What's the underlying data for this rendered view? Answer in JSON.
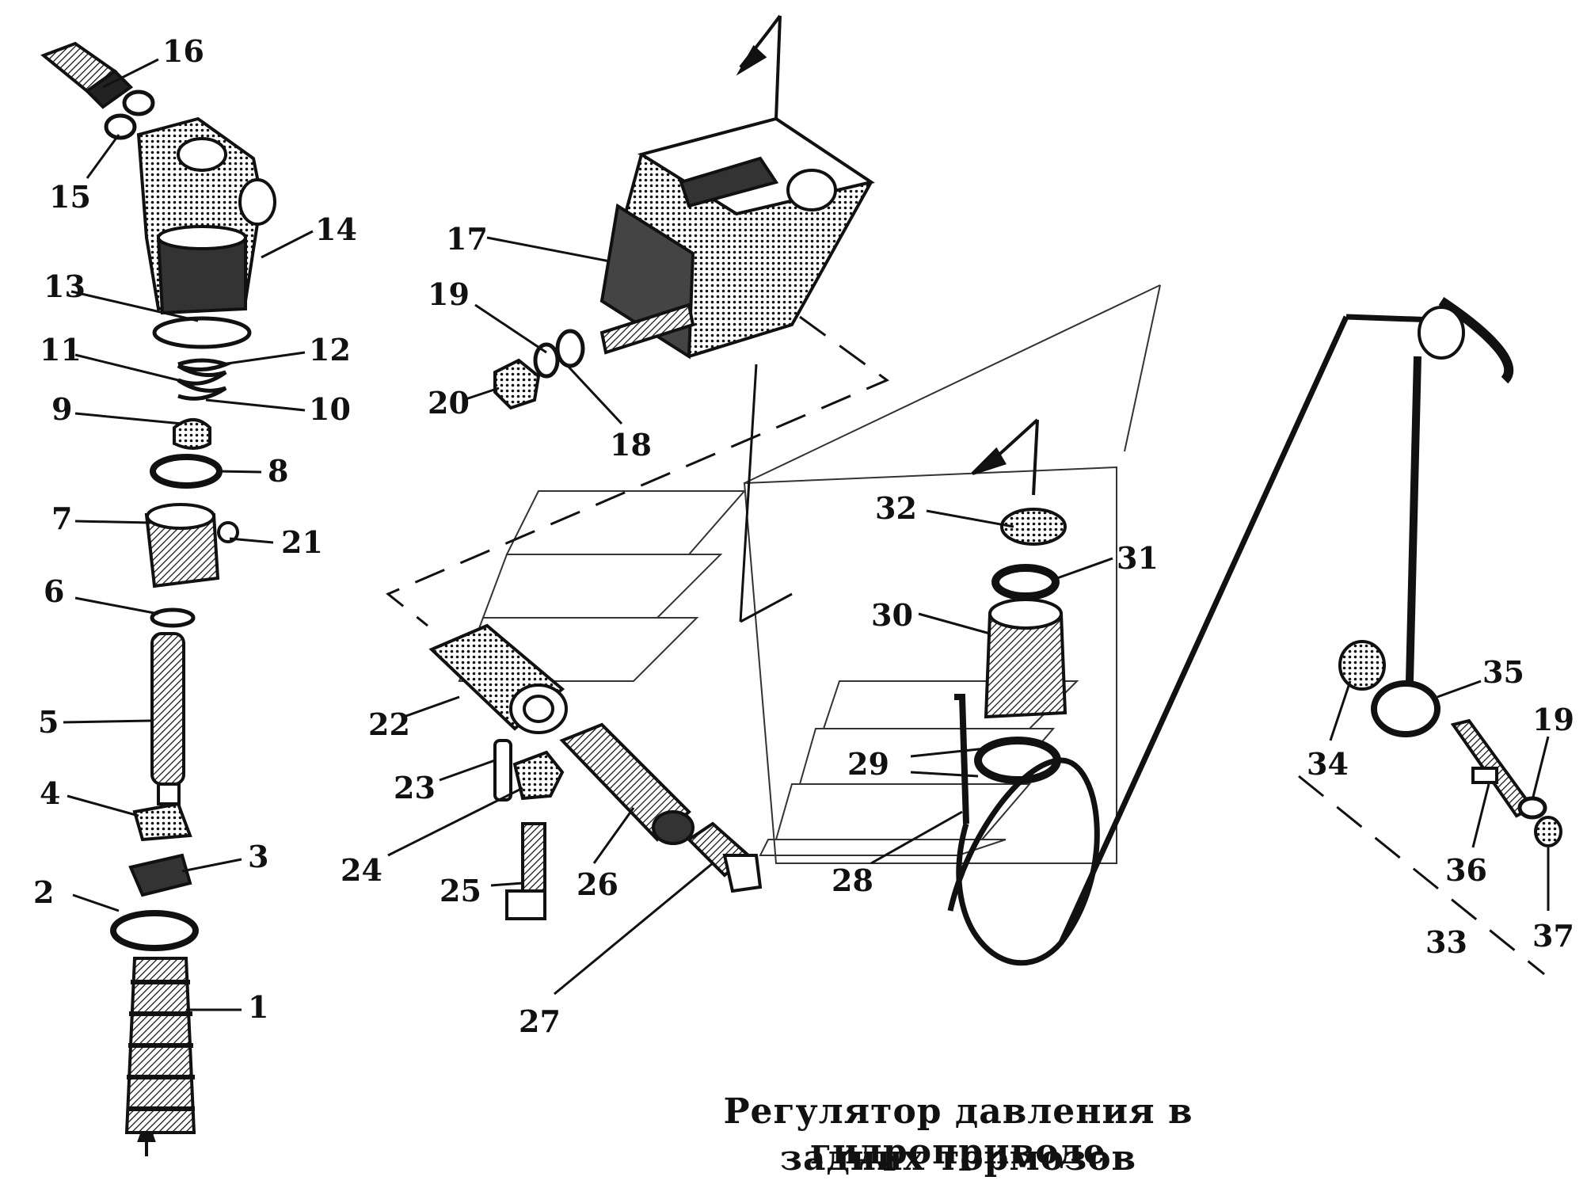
{
  "title": {
    "line1": "Регулятор давления в гидроприводе",
    "line2": "задних тормозов"
  },
  "callouts": [
    "1",
    "2",
    "3",
    "4",
    "5",
    "6",
    "7",
    "8",
    "9",
    "10",
    "11",
    "12",
    "13",
    "14",
    "15",
    "16",
    "17",
    "18",
    "19",
    "20",
    "21",
    "22",
    "23",
    "24",
    "25",
    "26",
    "27",
    "28",
    "29",
    "30",
    "31",
    "32",
    "33",
    "34",
    "35",
    "19",
    "36",
    "37"
  ],
  "colors": {
    "ink": "#111111",
    "paper": "#ffffff",
    "shade": "#444444"
  }
}
